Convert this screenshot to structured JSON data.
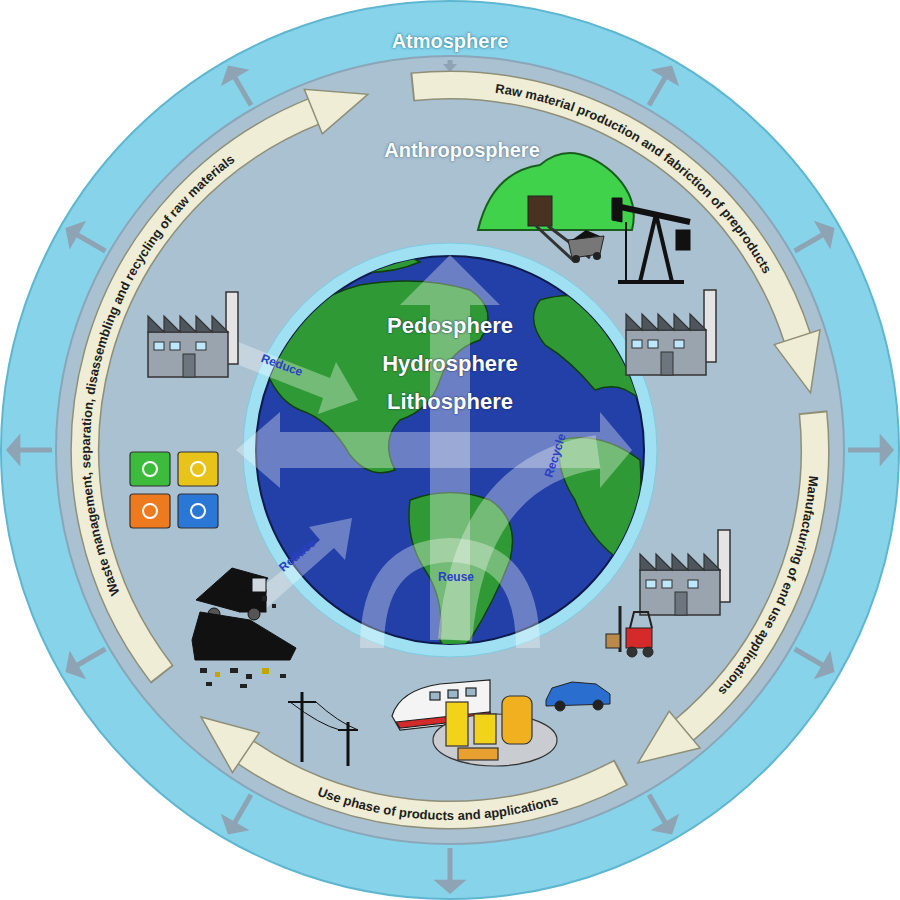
{
  "diagram": {
    "nodes": [
      {
        "text": [
          "Atmosphere"
        ]
      },
      {
        "text": [
          "Anthroposphere"
        ],
        "in": 0
      },
      {
        "text": [
          "Pedosphere",
          "Hydrosphere",
          "Lithosphere"
        ],
        "in": 1
      }
    ],
    "labels": [
      "Raw material production and fabriction of preproducts",
      "Manufacturing of end use applications",
      "Use phase of products and applications",
      "Waste management, separation, disassembling and recycling of raw materials",
      "Reduce",
      "Reduce",
      "Recycle",
      "Reuse"
    ]
  }
}
